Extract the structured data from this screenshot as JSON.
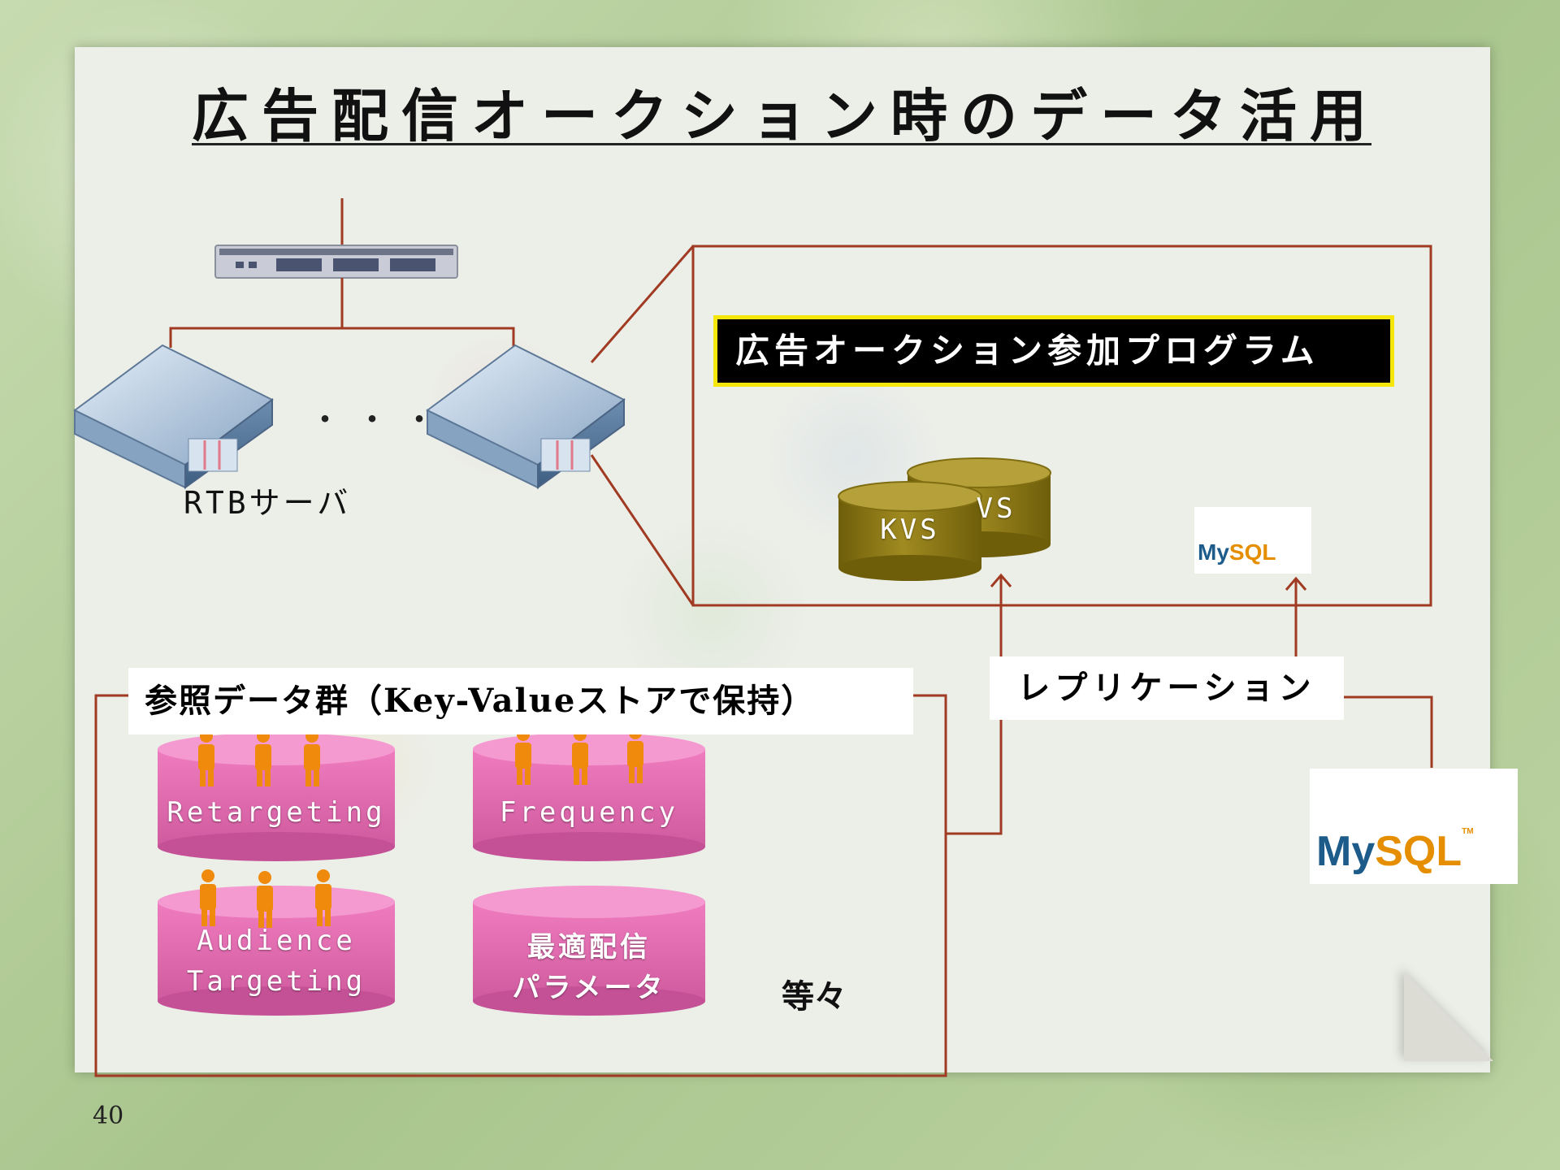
{
  "title": "広告配信オークション時のデータ活用",
  "rtb_label": "RTBサーバ",
  "dots": "・・・",
  "auction_program": "広告オークション参加プログラム",
  "kvs_front": "KVS",
  "kvs_back": "VS",
  "mysql_small": {
    "my": "My",
    "sql": "SQL"
  },
  "mysql_large": {
    "my": "My",
    "sql": "SQL",
    "tm": "TM"
  },
  "replication": "レプリケーション",
  "reference_title": "参照データ群（Key-Valueストアで保持）",
  "data_stores": [
    {
      "label": "Retargeting"
    },
    {
      "label": "Frequency"
    },
    {
      "label_line1": "Audience",
      "label_line2": "Targeting"
    },
    {
      "label_line1": "最適配信",
      "label_line2": "パラメータ"
    }
  ],
  "etc": "等々",
  "page_number": "40",
  "colors": {
    "line": "#a03a22",
    "kvs": "#8e7a16",
    "store": "#e66fb3",
    "person": "#f08a0c",
    "auction_bg": "#000000",
    "auction_border": "#f5e70b"
  }
}
